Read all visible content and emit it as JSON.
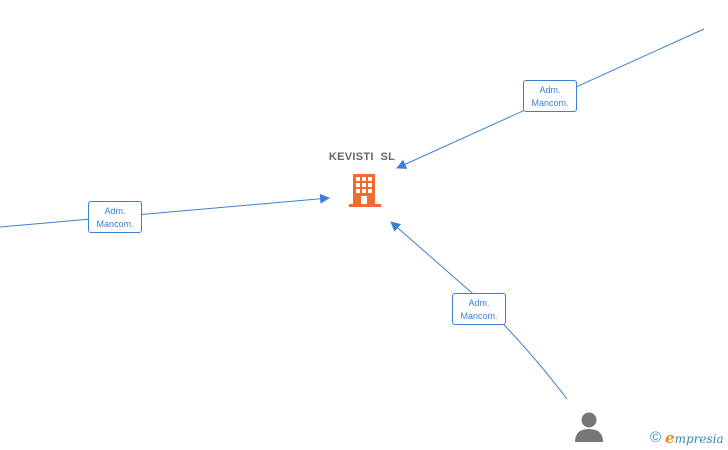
{
  "company": {
    "name": "KEVISTI  SL",
    "icon": "building-icon",
    "icon_color": "#f26a2e"
  },
  "edges": [
    {
      "id": "top-right",
      "role": [
        "Adm.",
        "Mancom."
      ]
    },
    {
      "id": "left",
      "role": [
        "Adm.",
        "Mancom."
      ]
    },
    {
      "id": "bottom",
      "role": [
        "Adm.",
        "Mancom."
      ]
    }
  ],
  "person": {
    "icon": "person-icon",
    "color": "#777777"
  },
  "colors": {
    "edge": "#3c7fd4",
    "label_text": "#666666"
  },
  "watermark": {
    "symbol": "©",
    "brand_first": "e",
    "brand_rest": "mpresia"
  }
}
